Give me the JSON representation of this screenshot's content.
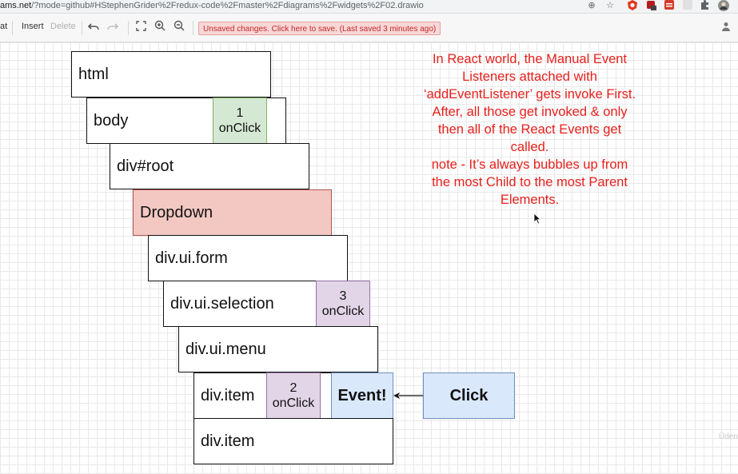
{
  "browser": {
    "url_host": "ams.net",
    "url_path": "/?mode=github#HStephenGrider%2Fredux-code%2Fmaster%2Fdiagrams%2Fwidgets%2F02.drawio"
  },
  "toolbar": {
    "format_label": "at",
    "insert_label": "Insert",
    "delete_label": "Delete",
    "unsaved_text": "Unsaved changes. Click here to save. (Last saved 3 minutes ago)"
  },
  "diagram": {
    "nodes": {
      "html": "html",
      "body": "body",
      "root": "div#root",
      "dropdown": "Dropdown",
      "form": "div.ui.form",
      "selection": "div.ui.selection",
      "menu": "div.ui.menu",
      "item1": "div.item",
      "item2": "div.item"
    },
    "badges": {
      "one_num": "1",
      "one_label": "onClick",
      "two_num": "2",
      "two_label": "onClick",
      "three_num": "3",
      "three_label": "onClick"
    },
    "event_label": "Event!",
    "click_label": "Click",
    "note_lines": [
      "In React world, the Manual Event",
      "Listeners attached with",
      "‘addEventListener’ gets invoke First.",
      "After, all those get invoked  & only",
      "then all of the React Events get",
      "called.",
      "note - It’s always bubbles up from",
      "the most Child to the most Parent",
      "Elements."
    ],
    "watermark": "Üden"
  },
  "colors": {
    "note_text": "#e8201c",
    "dropdown_fill": "#f3c8c3",
    "green_badge": "#d5e8d4",
    "purple_badge": "#e1d5e7",
    "blue_box": "#dae8fc"
  },
  "icons": [
    "zoom-icon",
    "star-icon",
    "extension-icon",
    "puzzle-icon",
    "profile-avatar",
    "undo-icon",
    "redo-icon",
    "fullscreen-icon",
    "zoom-in-icon",
    "zoom-out-icon",
    "user-icon",
    "mouse-cursor"
  ]
}
